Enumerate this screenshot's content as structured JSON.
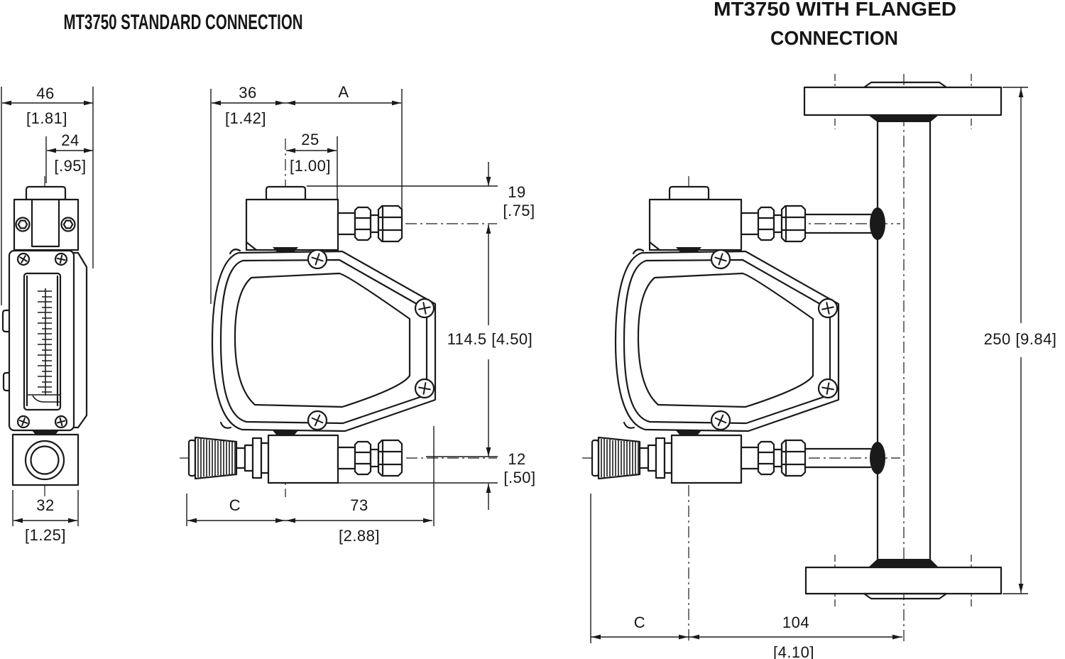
{
  "titles": {
    "standard_connection": "MT3750 STANDARD CONNECTION",
    "flanged_connection_line1": "MT3750 WITH FLANGED",
    "flanged_connection_line2": "CONNECTION"
  },
  "front_view": {
    "overall_width_mm": "46",
    "overall_width_in": "[1.81]",
    "cap_width_mm": "24",
    "cap_width_in": "[.95]",
    "base_width_mm": "32",
    "base_width_in": "[1.25]"
  },
  "standard_view": {
    "body_depth_mm": "36",
    "body_depth_in": "[1.42]",
    "fitting_length_label": "A",
    "cap_depth_mm": "25",
    "cap_depth_in": "[1.00]",
    "top_port_offset_mm": "19",
    "top_port_offset_in": "[.75]",
    "port_span": "114.5 [4.50]",
    "bottom_port_offset_mm": "12",
    "bottom_port_offset_in": "[.50]",
    "valve_length_label": "C",
    "body_length_mm": "73",
    "body_length_in": "[2.88]"
  },
  "flanged_view": {
    "face_to_face": "250 [9.84]",
    "valve_length_label": "C",
    "center_to_pipe_mm": "104",
    "center_to_pipe_in": "[4.10]"
  },
  "colors": {
    "line": "#1a1a1a",
    "background": "#ffffff"
  }
}
